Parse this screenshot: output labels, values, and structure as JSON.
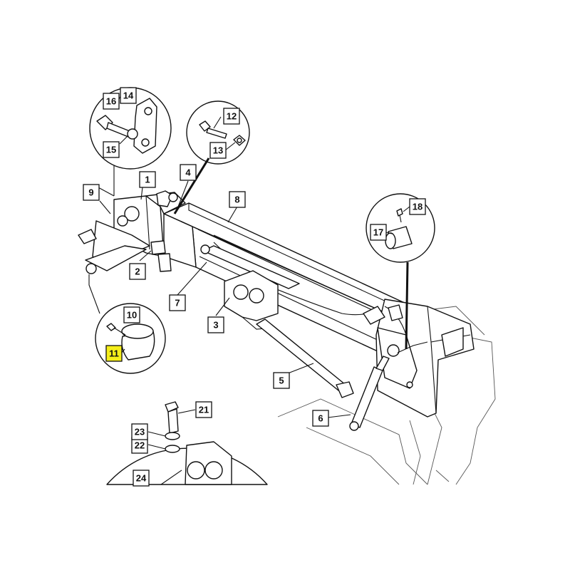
{
  "callouts": [
    {
      "label": "1",
      "highlight": false
    },
    {
      "label": "2",
      "highlight": false
    },
    {
      "label": "3",
      "highlight": false
    },
    {
      "label": "4",
      "highlight": false
    },
    {
      "label": "5",
      "highlight": false
    },
    {
      "label": "6",
      "highlight": false
    },
    {
      "label": "7",
      "highlight": false
    },
    {
      "label": "8",
      "highlight": false
    },
    {
      "label": "9",
      "highlight": false
    },
    {
      "label": "10",
      "highlight": false
    },
    {
      "label": "11",
      "highlight": true
    },
    {
      "label": "12",
      "highlight": false
    },
    {
      "label": "13",
      "highlight": false
    },
    {
      "label": "14",
      "highlight": false
    },
    {
      "label": "15",
      "highlight": false
    },
    {
      "label": "16",
      "highlight": false
    },
    {
      "label": "17",
      "highlight": false
    },
    {
      "label": "18",
      "highlight": false
    },
    {
      "label": "21",
      "highlight": false
    },
    {
      "label": "22",
      "highlight": false
    },
    {
      "label": "23",
      "highlight": false
    },
    {
      "label": "24",
      "highlight": false
    }
  ],
  "colors": {
    "highlight": "#f5ee1a",
    "line": "#111111"
  }
}
